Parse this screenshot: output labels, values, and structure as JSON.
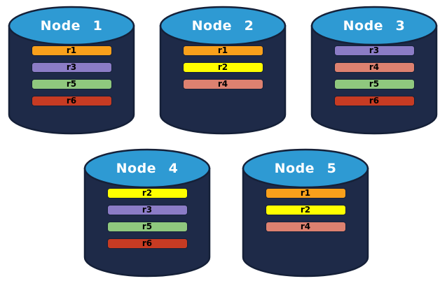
{
  "colors": {
    "background": "#ffffff",
    "cylinder_body": "#1e2a48",
    "cylinder_outline": "#152038",
    "cylinder_top": "#2e9ad3",
    "title_text": "#ffffff",
    "bar_text": "#000000",
    "orange": "#f9a01b",
    "yellow": "#ffff00",
    "purple": "#8b7cc6",
    "green": "#8fc87e",
    "red": "#c63b23",
    "salmon": "#dd8170"
  },
  "nodes": [
    {
      "id": "node-1",
      "title": "Node 1",
      "replicas": [
        {
          "label": "r1",
          "color": "orange"
        },
        {
          "label": "r3",
          "color": "purple"
        },
        {
          "label": "r5",
          "color": "green"
        },
        {
          "label": "r6",
          "color": "red"
        }
      ]
    },
    {
      "id": "node-2",
      "title": "Node 2",
      "replicas": [
        {
          "label": "r1",
          "color": "orange"
        },
        {
          "label": "r2",
          "color": "yellow"
        },
        {
          "label": "r4",
          "color": "salmon"
        }
      ]
    },
    {
      "id": "node-3",
      "title": "Node 3",
      "replicas": [
        {
          "label": "r3",
          "color": "purple"
        },
        {
          "label": "r4",
          "color": "salmon"
        },
        {
          "label": "r5",
          "color": "green"
        },
        {
          "label": "r6",
          "color": "red"
        }
      ]
    },
    {
      "id": "node-4",
      "title": "Node 4",
      "replicas": [
        {
          "label": "r2",
          "color": "yellow"
        },
        {
          "label": "r3",
          "color": "purple"
        },
        {
          "label": "r5",
          "color": "green"
        },
        {
          "label": "r6",
          "color": "red"
        }
      ]
    },
    {
      "id": "node-5",
      "title": "Node 5",
      "replicas": [
        {
          "label": "r1",
          "color": "orange"
        },
        {
          "label": "r2",
          "color": "yellow"
        },
        {
          "label": "r4",
          "color": "salmon"
        }
      ]
    }
  ]
}
